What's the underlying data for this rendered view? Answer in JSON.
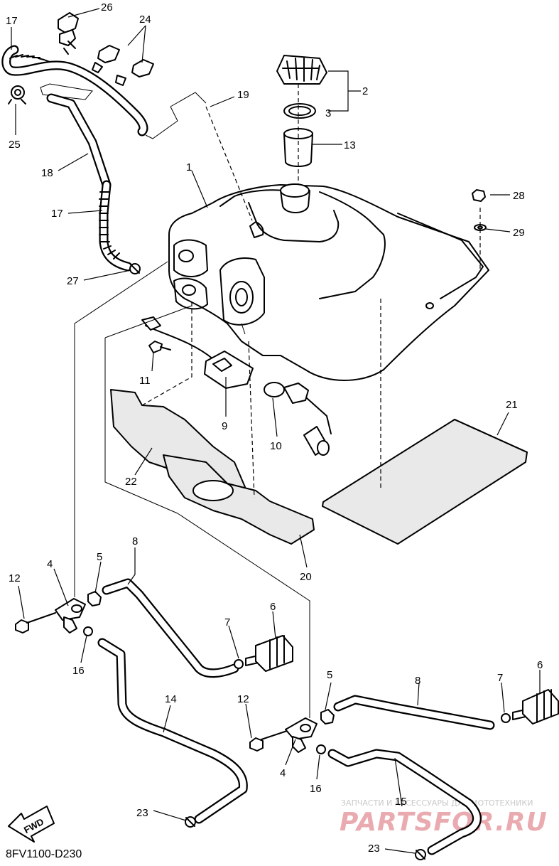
{
  "diagram_code": "8FV1100-D230",
  "fwd_label": "FWD",
  "watermark": {
    "line1": "ЗАПЧАСТИ И АКСЕССУАРЫ ДЛЯ МОТОТЕХНИКИ",
    "line2": "PARTSFOR.RU"
  },
  "callouts": {
    "c1": "1",
    "c2": "2",
    "c3": "3",
    "c4a": "4",
    "c4b": "4",
    "c5a": "5",
    "c5b": "5",
    "c6a": "6",
    "c6b": "6",
    "c7a": "7",
    "c7b": "7",
    "c8a": "8",
    "c8b": "8",
    "c9": "9",
    "c10": "10",
    "c11": "11",
    "c12a": "12",
    "c12b": "12",
    "c13": "13",
    "c14": "14",
    "c15": "15",
    "c16a": "16",
    "c16b": "16",
    "c17a": "17",
    "c17b": "17",
    "c18": "18",
    "c19": "19",
    "c20": "20",
    "c21": "21",
    "c22": "22",
    "c23a": "23",
    "c23b": "23",
    "c24": "24",
    "c25": "25",
    "c26": "26",
    "c27": "27",
    "c28": "28",
    "c29": "29"
  }
}
